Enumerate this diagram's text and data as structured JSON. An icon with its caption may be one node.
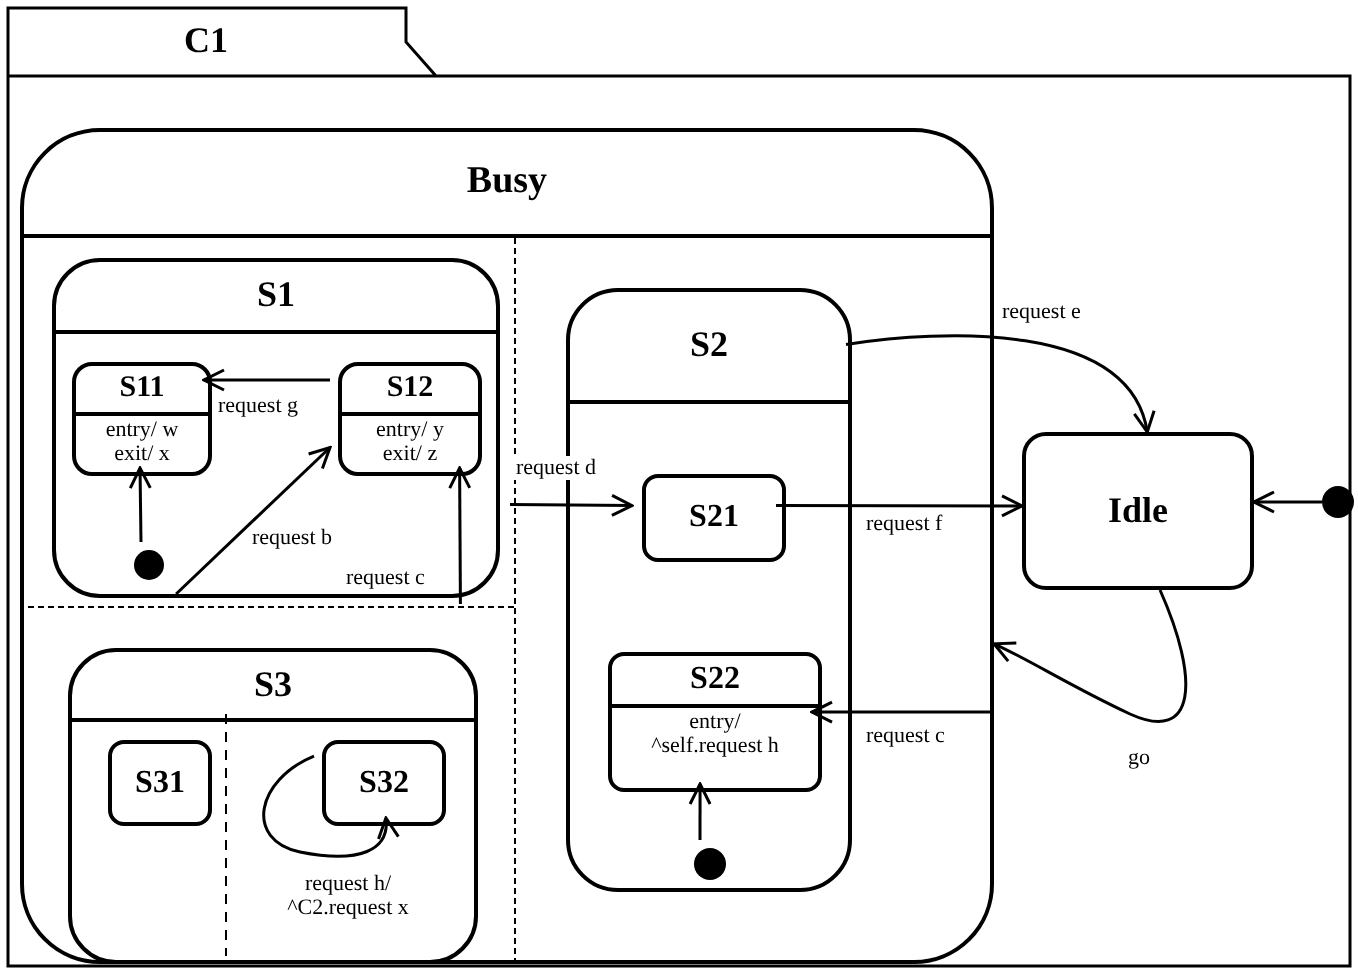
{
  "diagram": {
    "nodes": [
      {
        "text": [
          "C1"
        ]
      },
      {
        "text": [
          "Busy"
        ],
        "in": 0
      },
      {
        "text": [],
        "shape": "box",
        "in": 1
      },
      {
        "text": [
          "S1"
        ],
        "in": 2
      },
      {
        "text": [
          "S11",
          "entry/ w exit/ x"
        ],
        "in": 3
      },
      {
        "text": [
          "S12",
          "entry/ y exit/ z"
        ],
        "in": 3
      },
      {
        "text": [],
        "shape": "circle",
        "in": 3
      },
      {
        "text": [],
        "shape": "box",
        "in": 1
      },
      {
        "text": [
          "S3"
        ],
        "in": 7
      },
      {
        "text": [
          "S31"
        ],
        "in": 8
      },
      {
        "text": [
          "S32"
        ],
        "in": 8
      },
      {
        "text": [],
        "shape": "box",
        "in": 1
      },
      {
        "text": [
          "S2"
        ],
        "in": 11
      },
      {
        "text": [
          "S21"
        ],
        "in": 12
      },
      {
        "text": [
          "S22",
          "entry/ ^self.request h"
        ],
        "in": 12
      },
      {
        "text": [],
        "shape": "circle",
        "in": 12
      },
      {
        "text": [
          "Idle"
        ],
        "in": 0
      },
      {
        "text": [],
        "shape": "circle",
        "in": 0
      }
    ],
    "edges": [
      {
        "from": 6,
        "to": 4,
        "arrow": "to"
      },
      {
        "from": 5,
        "to": 4,
        "arrow": "to",
        "label": "request g"
      },
      {
        "from": 3,
        "to": 5,
        "arrow": "to",
        "label": "request b"
      },
      {
        "from": 2,
        "to": 5,
        "arrow": "to",
        "label": "request c"
      },
      {
        "from": 11,
        "to": 13,
        "arrow": "to",
        "label": "request d"
      },
      {
        "from": 12,
        "to": 16,
        "arrow": "to",
        "label": "request e"
      },
      {
        "from": 13,
        "to": 16,
        "arrow": "to",
        "label": "request f"
      },
      {
        "from": 1,
        "to": 14,
        "arrow": "to",
        "label": "request c"
      },
      {
        "from": 16,
        "to": 1,
        "arrow": "to",
        "label": "go"
      },
      {
        "from": 15,
        "to": 14,
        "arrow": "to"
      },
      {
        "from": 10,
        "to": 10,
        "arrow": "to",
        "label": "request h/ ^C2.request x"
      },
      {
        "from": 17,
        "to": 16,
        "arrow": "to"
      }
    ]
  }
}
